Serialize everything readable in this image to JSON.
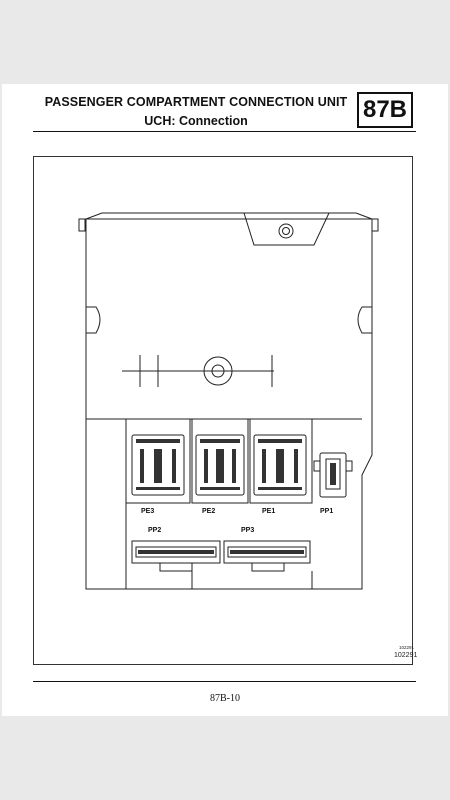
{
  "header": {
    "title": "PASSENGER COMPARTMENT CONNECTION UNIT",
    "subtitle": "UCH: Connection",
    "section_code": "87B"
  },
  "figure": {
    "connectors": {
      "pe3": "PE3",
      "pe2": "PE2",
      "pe1": "PE1",
      "pp1": "PP1",
      "pp2": "PP2",
      "pp3": "PP3"
    },
    "ref_small": "102291",
    "ref_main": "102291"
  },
  "footer": {
    "page_number": "87B-10"
  }
}
